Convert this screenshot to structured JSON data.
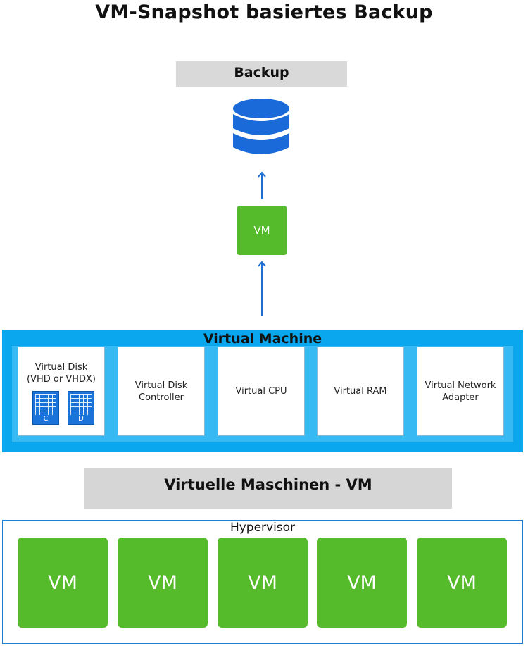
{
  "title": "VM-Snapshot basiertes Backup",
  "backup": {
    "label": "Backup",
    "icon": "database-icon"
  },
  "vm_small": {
    "label": "VM"
  },
  "virtual_machine": {
    "title": "Virtual Machine",
    "components": [
      {
        "label": "Virtual Disk\n(VHD or VHDX)",
        "disks": [
          "C",
          "D"
        ]
      },
      {
        "label": "Virtual Disk Controller"
      },
      {
        "label": "Virtual CPU"
      },
      {
        "label": "Virtual RAM"
      },
      {
        "label": "Virtual Network Adapter"
      }
    ]
  },
  "vms_label": "Virtuelle Maschinen - VM",
  "hypervisor": {
    "label": "Hypervisor",
    "vms": [
      "VM",
      "VM",
      "VM",
      "VM",
      "VM"
    ]
  },
  "colors": {
    "accent_blue": "#0aa6ee",
    "disk_blue": "#1a73d9",
    "vm_green": "#55bb2a",
    "bar_gray": "#d9d9d9",
    "arrow_blue": "#1a6fd0"
  }
}
